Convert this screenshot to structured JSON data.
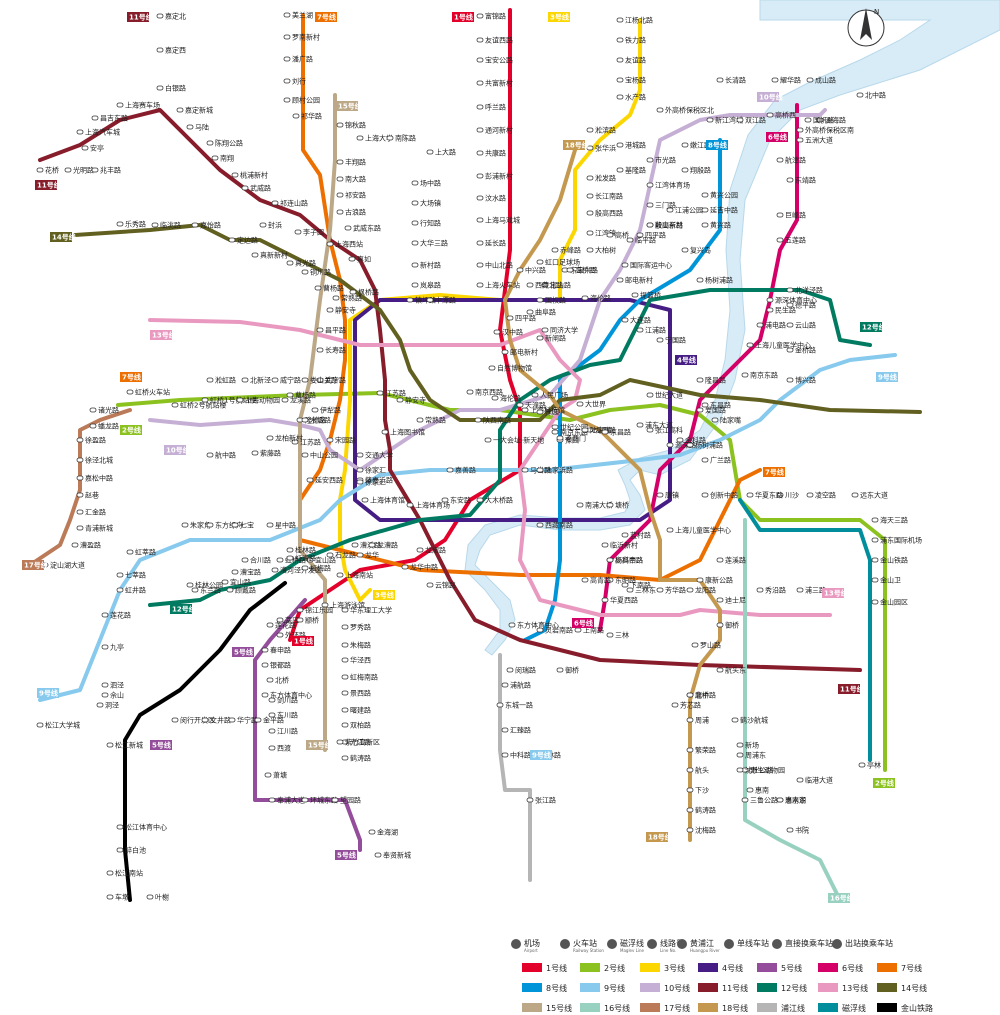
{
  "lines": [
    {
      "id": "l1",
      "label": "1号线",
      "color": "#e3002b"
    },
    {
      "id": "l2",
      "label": "2号线",
      "color": "#8cc220"
    },
    {
      "id": "l3",
      "label": "3号线",
      "color": "#fcd600"
    },
    {
      "id": "l4",
      "label": "4号线",
      "color": "#461d84"
    },
    {
      "id": "l5",
      "label": "5号线",
      "color": "#944d9a"
    },
    {
      "id": "l6",
      "label": "6号线",
      "color": "#d40068"
    },
    {
      "id": "l7",
      "label": "7号线",
      "color": "#ed6f00"
    },
    {
      "id": "l8",
      "label": "8号线",
      "color": "#0094d8"
    },
    {
      "id": "l9",
      "label": "9号线",
      "color": "#87caed"
    },
    {
      "id": "l10",
      "label": "10号线",
      "color": "#c6afd4"
    },
    {
      "id": "l11",
      "label": "11号线",
      "color": "#871c2b"
    },
    {
      "id": "l12",
      "label": "12号线",
      "color": "#007a60"
    },
    {
      "id": "l13",
      "label": "13号线",
      "color": "#e999c0"
    },
    {
      "id": "l14",
      "label": "14号线",
      "color": "#626020"
    },
    {
      "id": "l15",
      "label": "15号线",
      "color": "#bca886"
    },
    {
      "id": "l16",
      "label": "16号线",
      "color": "#98d1c0"
    },
    {
      "id": "l17",
      "label": "17号线",
      "color": "#bb7a58"
    },
    {
      "id": "l18",
      "label": "18号线",
      "color": "#c4984f"
    },
    {
      "id": "lpj",
      "label": "浦江线",
      "color": "#b5b5b6"
    },
    {
      "id": "lmag",
      "label": "磁浮线",
      "color": "#008e9c"
    },
    {
      "id": "ljs",
      "label": "金山铁路",
      "color": "#000000"
    }
  ],
  "compass": "N",
  "legend_icons": {
    "airport": {
      "cn": "机场",
      "en": "Airport"
    },
    "rail": {
      "cn": "火车站",
      "en": "Railway Station"
    },
    "maglev": {
      "cn": "磁浮线",
      "en": "Maglev Line"
    },
    "lineno": {
      "cn": "线路号",
      "en": "Line No."
    },
    "river": {
      "cn": "黄浦江",
      "en": "Huangpu River"
    },
    "single": {
      "cn": "单线车站",
      "en": ""
    },
    "direct": {
      "cn": "直接换乘车站",
      "en": ""
    },
    "exit": {
      "cn": "出站换乘车站",
      "en": ""
    }
  },
  "badges": {
    "b11a": "11号线",
    "b11b": "11号线",
    "b11c": "11号线",
    "b14": "14号线",
    "b13": "13号线",
    "b13b": "13号线",
    "b7a": "7号线",
    "b7b": "7号线",
    "b1a": "1号线",
    "b1b": "1号线",
    "b3a": "3号线",
    "b3b": "3号线",
    "b15a": "15号线",
    "b15b": "15号线",
    "b18a": "18号线",
    "b18b": "18号线",
    "b10a": "10号线",
    "b10b": "10号线",
    "b8a": "8号线",
    "b6a": "6号线",
    "b6b": "6号线",
    "b12a": "12号线",
    "b12b": "12号线",
    "b9a": "9号线",
    "b9b": "9号线",
    "b9c": "9号线",
    "b2a": "2号线",
    "b2b": "2号线",
    "b17": "17号线",
    "b5a": "5号线",
    "b5b": "5号线",
    "b5c": "5号线",
    "b16": "16号线",
    "b4": "4号线",
    "b7c": "7号线"
  },
  "stations": [
    "嘉定北",
    "嘉定西",
    "白银路",
    "上海赛车场",
    "昌吉东路",
    "上海汽车城",
    "安亭",
    "花桥",
    "光明路",
    "兆丰路",
    "嘉定新城",
    "马陆",
    "陈翔公路",
    "南翔",
    "桃浦新村",
    "武威路",
    "祁连山路",
    "李子园",
    "上海西站",
    "真如",
    "封浜",
    "乐秀路",
    "临洮路",
    "嘉怡路",
    "定边路",
    "真新新村",
    "真光路",
    "铜川路",
    "曹杨路",
    "枫桥路",
    "美兰湖",
    "罗南新村",
    "潘广路",
    "刘行",
    "顾村公园",
    "祁华路",
    "锦秋路",
    "丰翔路",
    "南大路",
    "祁安路",
    "古浪路",
    "武威东路",
    "上海大学",
    "南陈路",
    "上大路",
    "场中路",
    "大场镇",
    "行知路",
    "大华三路",
    "新村路",
    "岚皋路",
    "镇坪路",
    "中潭路",
    "上海火车站",
    "富锦路",
    "友谊西路",
    "宝安公路",
    "共富新村",
    "呼兰路",
    "通河新村",
    "共康路",
    "彭浦新村",
    "汶水路",
    "上海马戏城",
    "延长路",
    "中山北路",
    "江杨北路",
    "铁力路",
    "友谊路",
    "宝杨路",
    "水产路",
    "淞滨路",
    "张华浜",
    "淞发路",
    "长江南路",
    "殷高西路",
    "江湾镇",
    "大柏树",
    "赤峰路",
    "虹口足球场",
    "东宝兴路",
    "宝山路",
    "海伦路",
    "邮电新村",
    "西藏北路",
    "中兴路",
    "曲阜路",
    "汉中路",
    "新闸路",
    "自然博物馆",
    "南京西路",
    "人民广场",
    "大世界",
    "豫园",
    "老西门",
    "一大会址·新天地",
    "陕西南路",
    "常熟路",
    "静安寺",
    "江苏路",
    "交通大学",
    "上海图书馆",
    "徐家汇",
    "上海体育馆",
    "上海体育场",
    "东安路",
    "大木桥路",
    "嘉善路",
    "马当路",
    "陆家浜路",
    "西藏南路",
    "南浦大桥",
    "塘桥",
    "蓝村路",
    "上海儿童医学中心",
    "临沂新村",
    "高科西路",
    "东明路",
    "高青路",
    "华夏西路",
    "上南路",
    "灵岩南路",
    "东方体育中心",
    "龙耀路",
    "云锦路",
    "龙华",
    "龙华中路",
    "上海南站",
    "漕溪路",
    "龙漕路",
    "石龙路",
    "桂林路",
    "宜山路",
    "虹桥路",
    "延安西路",
    "中山公园",
    "江苏路",
    "隆德路",
    "曹杨路",
    "武宁路",
    "长寿路",
    "昌平路",
    "静安寺",
    "常熟路",
    "肇嘉浜路",
    "徐家汇",
    "上海游泳馆",
    "华东理工大学",
    "罗秀路",
    "朱梅路",
    "华泾西",
    "虹梅南路",
    "景西路",
    "曙建路",
    "双柏路",
    "元江路",
    "鹤涛路",
    "紫竹高新区",
    "莘庄",
    "外环路",
    "莲花路",
    "锦江乐园",
    "颛桥",
    "北桥",
    "剑川路",
    "东川路",
    "江川路",
    "西渡",
    "萧塘",
    "奉浦大道",
    "环城东路",
    "望园路",
    "金海湖",
    "奉贤新城",
    "春申路",
    "银都路",
    "东方体育中心",
    "闵行开发区",
    "文井路",
    "华宁路",
    "金平路",
    "虹桥火车站",
    "虹桥2号航站楼",
    "淞虹路",
    "北新泾",
    "威宁路",
    "娄山关路",
    "虹桥1号航站楼",
    "上海动物园",
    "龙溪路",
    "水城路",
    "伊犁路",
    "宋园路",
    "龙柏新村",
    "紫藤路",
    "航中路",
    "诸光路",
    "蟠龙路",
    "徐盈路",
    "徐泾北城",
    "嘉松中路",
    "赵巷",
    "汇金路",
    "青浦新城",
    "漕盈路",
    "淀山湖大道",
    "朱家角",
    "东方绿舟",
    "七宝",
    "星中路",
    "合川路",
    "漕河泾开发区",
    "虹梅路",
    "虹漕路",
    "漕宝路",
    "宜山路",
    "桂林公园",
    "东兰路",
    "顾戴路",
    "虹莘路",
    "七莘路",
    "虹井路",
    "莲花路",
    "九亭",
    "泗泾",
    "佘山",
    "洞泾",
    "松江大学城",
    "松江新城",
    "松江体育中心",
    "醉白池",
    "松江南站",
    "车墩",
    "叶榭",
    "亭林",
    "金山园区",
    "金山卫",
    "金山铁路",
    "浦东国际机场",
    "海天三路",
    "远东大道",
    "凌空路",
    "川沙",
    "华夏东路",
    "创新中路",
    "唐镇",
    "广兰路",
    "金科路",
    "张江高科",
    "龙阳路",
    "世纪公园",
    "上海科技馆",
    "杨高中路",
    "世纪大道",
    "东昌路",
    "陆家嘴",
    "南京东路",
    "上海儿童医学中心",
    "浦电路",
    "民生路",
    "源深体育中心",
    "北洋泾路",
    "德平路",
    "云山路",
    "金桥路",
    "博兴路",
    "五莲路",
    "巨峰路",
    "东靖路",
    "五洲大道",
    "洲海路",
    "外高桥保税区南",
    "航津路",
    "外高桥保税区北",
    "港城路",
    "基隆路",
    "高桥",
    "高桥西",
    "国权路",
    "同济大学",
    "四平路",
    "邮电新村",
    "海伦路",
    "天潼路",
    "豫园",
    "南京东路",
    "陆家嘴",
    "东昌路",
    "浦东大道",
    "源深路",
    "杨树浦路",
    "爱国路",
    "隆昌路",
    "宁国路",
    "江浦路",
    "大连路",
    "提篮桥",
    "国际客运中心",
    "临平路",
    "鞍山新村",
    "江浦公园",
    "四平路",
    "杨树浦路",
    "复兴岛",
    "黄兴路",
    "延吉中路",
    "黄兴公园",
    "翔殷路",
    "嫩江路",
    "市光路",
    "江湾体育场",
    "三门路",
    "殷高东路",
    "新江湾城",
    "双江路",
    "高桥西",
    "国帆路",
    "长清路",
    "耀华路",
    "成山路",
    "北中路",
    "下南路",
    "芳华路",
    "龙阳路",
    "迪士尼",
    "康新公路",
    "秀沿路",
    "浦三路",
    "三林东",
    "三林",
    "御桥",
    "罗山路",
    "航头",
    "下沙",
    "鹤涛路",
    "沈梅路",
    "繁荣路",
    "周浦",
    "康桥",
    "芳芯路",
    "北中路",
    "莲溪路",
    "御桥",
    "临港大道",
    "滴水湖",
    "书院",
    "惠南东",
    "惠南",
    "野生动物园",
    "新场",
    "航头东",
    "鹤沙航城",
    "周浦东",
    "沈杜公路",
    "三鲁公路",
    "闵瑞路",
    "浦航路",
    "东城一路",
    "汇臻路",
    "中科路",
    "学林路",
    "张江路"
  ]
}
